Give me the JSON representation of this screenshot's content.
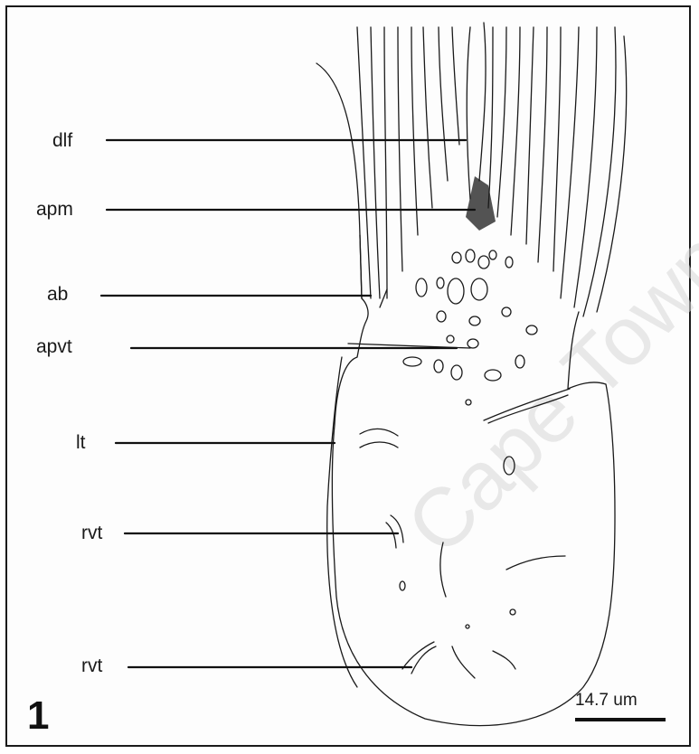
{
  "figure": {
    "number": "1",
    "scale_bar_label": "14.7 um",
    "watermark": "Cape Town"
  },
  "labels": [
    {
      "id": "dlf",
      "text": "dlf"
    },
    {
      "id": "apm",
      "text": "apm"
    },
    {
      "id": "ab",
      "text": "ab"
    },
    {
      "id": "apvt",
      "text": "apvt"
    },
    {
      "id": "lt",
      "text": "lt"
    },
    {
      "id": "rvt1",
      "text": "rvt"
    },
    {
      "id": "rvt2",
      "text": "rvt"
    }
  ],
  "colors": {
    "ink": "#1a1a1a",
    "background": "#ffffff"
  }
}
